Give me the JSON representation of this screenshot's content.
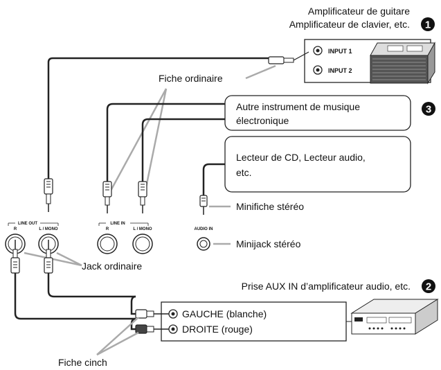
{
  "labels": {
    "guitar_amp": "Amplificateur de guitare",
    "keyboard_amp": "Amplificateur de clavier, etc.",
    "standard_plug_top": "Fiche ordinaire",
    "other_instrument_line1": "Autre instrument de musique",
    "other_instrument_line2": "électronique",
    "cd_player_line1": "Lecteur de CD, Lecteur audio,",
    "cd_player_line2": "etc.",
    "stereo_miniplug": "Minifiche stéréo",
    "stereo_minijack": "Minijack stéréo",
    "standard_jack": "Jack ordinaire",
    "aux_in": "Prise AUX IN d’amplificateur audio, etc.",
    "left_white": "GAUCHE (blanche)",
    "right_red": "DROITE (rouge)",
    "pin_plug": "Fiche cinch"
  },
  "amp": {
    "input1": "INPUT 1",
    "input2": "INPUT 2"
  },
  "panel": {
    "line_out": "LINE OUT",
    "line_in": "LINE IN",
    "audio_in": "AUDIO IN",
    "r": "R",
    "l_mono": "L / MONO"
  },
  "badges": {
    "b1": "1",
    "b2": "2",
    "b3": "3"
  }
}
